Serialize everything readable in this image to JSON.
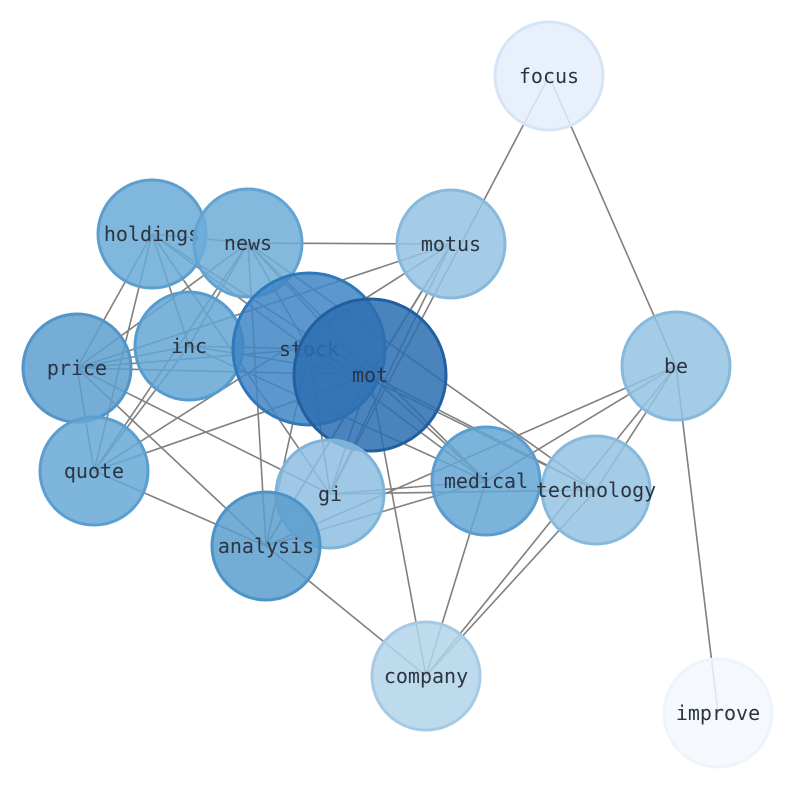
{
  "nodes": [
    {
      "id": "focus",
      "label": "focus",
      "fill": "#e4eefa",
      "stroke": "#d6e5f6"
    },
    {
      "id": "holdings",
      "label": "holdings",
      "fill": "#6aaad6",
      "stroke": "#5c9fcf"
    },
    {
      "id": "news",
      "label": "news",
      "fill": "#6fadd8",
      "stroke": "#61a3d2"
    },
    {
      "id": "motus",
      "label": "motus",
      "fill": "#95c3e2",
      "stroke": "#86b9dc"
    },
    {
      "id": "inc",
      "label": "inc",
      "fill": "#64a6d4",
      "stroke": "#569cce"
    },
    {
      "id": "stock",
      "label": "stock",
      "fill": "#3f86c4",
      "stroke": "#2f78ba"
    },
    {
      "id": "mot",
      "label": "mot",
      "fill": "#2b6fb2",
      "stroke": "#215fa0"
    },
    {
      "id": "price",
      "label": "price",
      "fill": "#5e9fd0",
      "stroke": "#5295c9"
    },
    {
      "id": "be",
      "label": "be",
      "fill": "#95c3e2",
      "stroke": "#86b9dc"
    },
    {
      "id": "quote",
      "label": "quote",
      "fill": "#67a8d6",
      "stroke": "#5a9fcf"
    },
    {
      "id": "gi",
      "label": "gi",
      "fill": "#8dbee0",
      "stroke": "#7fb4da"
    },
    {
      "id": "medical",
      "label": "medical",
      "fill": "#65a6d4",
      "stroke": "#5a9dce"
    },
    {
      "id": "technology",
      "label": "technology",
      "fill": "#95c3e2",
      "stroke": "#86b9dc"
    },
    {
      "id": "analysis",
      "label": "analysis",
      "fill": "#5a9dce",
      "stroke": "#4d93c8"
    },
    {
      "id": "company",
      "label": "company",
      "fill": "#b3d3ea",
      "stroke": "#a6cae5"
    },
    {
      "id": "improve",
      "label": "improve",
      "fill": "#f3f8fe",
      "stroke": "#edf4fc"
    }
  ],
  "edges": [
    [
      "focus",
      "be"
    ],
    [
      "focus",
      "gi"
    ],
    [
      "be",
      "improve"
    ],
    [
      "be",
      "medical"
    ],
    [
      "be",
      "analysis"
    ],
    [
      "be",
      "technology"
    ],
    [
      "be",
      "company"
    ],
    [
      "holdings",
      "news"
    ],
    [
      "holdings",
      "inc"
    ],
    [
      "holdings",
      "price"
    ],
    [
      "holdings",
      "quote"
    ],
    [
      "holdings",
      "stock"
    ],
    [
      "holdings",
      "mot"
    ],
    [
      "holdings",
      "gi"
    ],
    [
      "news",
      "motus"
    ],
    [
      "news",
      "inc"
    ],
    [
      "news",
      "price"
    ],
    [
      "news",
      "quote"
    ],
    [
      "news",
      "stock"
    ],
    [
      "news",
      "mot"
    ],
    [
      "news",
      "medical"
    ],
    [
      "news",
      "technology"
    ],
    [
      "news",
      "analysis"
    ],
    [
      "motus",
      "price"
    ],
    [
      "motus",
      "mot"
    ],
    [
      "motus",
      "gi"
    ],
    [
      "motus",
      "analysis"
    ],
    [
      "motus",
      "quote"
    ],
    [
      "inc",
      "price"
    ],
    [
      "inc",
      "stock"
    ],
    [
      "inc",
      "mot"
    ],
    [
      "inc",
      "quote"
    ],
    [
      "inc",
      "medical"
    ],
    [
      "stock",
      "price"
    ],
    [
      "stock",
      "mot"
    ],
    [
      "stock",
      "medical"
    ],
    [
      "stock",
      "technology"
    ],
    [
      "stock",
      "analysis"
    ],
    [
      "stock",
      "gi"
    ],
    [
      "mot",
      "price"
    ],
    [
      "mot",
      "quote"
    ],
    [
      "mot",
      "medical"
    ],
    [
      "mot",
      "technology"
    ],
    [
      "mot",
      "company"
    ],
    [
      "mot",
      "analysis"
    ],
    [
      "mot",
      "gi"
    ],
    [
      "price",
      "quote"
    ],
    [
      "price",
      "gi"
    ],
    [
      "price",
      "analysis"
    ],
    [
      "quote",
      "analysis"
    ],
    [
      "gi",
      "medical"
    ],
    [
      "gi",
      "technology"
    ],
    [
      "medical",
      "company"
    ],
    [
      "technology",
      "company"
    ],
    [
      "analysis",
      "company"
    ],
    [
      "analysis",
      "medical"
    ]
  ]
}
